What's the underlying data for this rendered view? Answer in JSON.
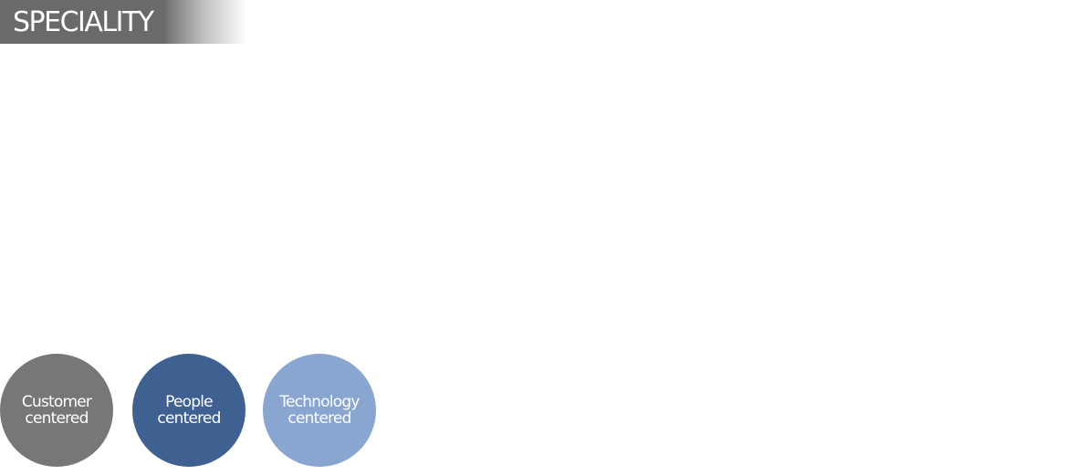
{
  "header": {
    "title": "SPECIALITY"
  },
  "circles": [
    {
      "line1": "Customer",
      "line2": "centered",
      "color": "#777777"
    },
    {
      "line1": "People",
      "line2": "centered",
      "color": "#3e6191"
    },
    {
      "line1": "Technology",
      "line2": "centered",
      "color": "#88a6d0"
    }
  ]
}
